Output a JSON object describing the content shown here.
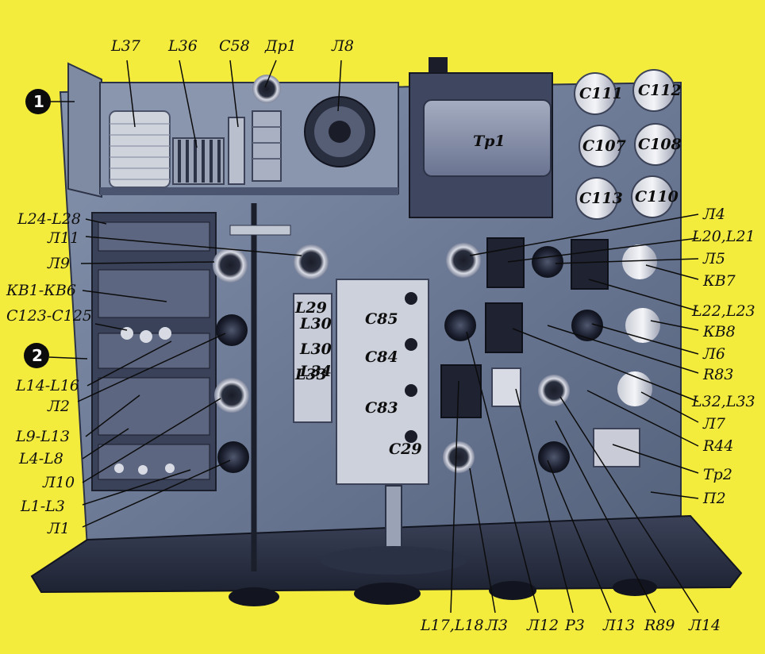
{
  "figure": {
    "background_color": "#f4ec3c",
    "chassis_color": "#6f7e9a",
    "markers": [
      {
        "id": "m1",
        "text": "1"
      },
      {
        "id": "m2",
        "text": "2"
      }
    ],
    "component_labels": {
      "tr1": "Тр1",
      "c111": "C111",
      "c112": "C112",
      "c107": "C107",
      "c108": "C108",
      "c113": "C113",
      "c110": "C110",
      "c85": "C85",
      "c84": "C84",
      "c83": "C83",
      "c29": "C29",
      "l29": "L29",
      "l30a": "L30",
      "l30b": "L30",
      "l34": "L34",
      "l33": "L33"
    },
    "callouts": {
      "top": [
        {
          "id": "L37",
          "text": "L37"
        },
        {
          "id": "L36",
          "text": "L36"
        },
        {
          "id": "C58",
          "text": "C58"
        },
        {
          "id": "Dr1",
          "text": "Др1"
        },
        {
          "id": "P8",
          "text": "Л8"
        }
      ],
      "left": [
        {
          "id": "L24-L28",
          "text": "L24-L28"
        },
        {
          "id": "P11",
          "text": "Л11"
        },
        {
          "id": "P9",
          "text": "Л9"
        },
        {
          "id": "KV1-KV6",
          "text": "КВ1-КВ6"
        },
        {
          "id": "C123-C125",
          "text": "C123-C125"
        },
        {
          "id": "L14-L16",
          "text": "L14-L16"
        },
        {
          "id": "P2",
          "text": "Л2"
        },
        {
          "id": "L9-L13",
          "text": "L9-L13"
        },
        {
          "id": "L4-L8",
          "text": "L4-L8"
        },
        {
          "id": "P10",
          "text": "Л10"
        },
        {
          "id": "L1-L3",
          "text": "L1-L3"
        },
        {
          "id": "P1",
          "text": "Л1"
        }
      ],
      "right": [
        {
          "id": "P4",
          "text": "Л4"
        },
        {
          "id": "L20L21",
          "text": "L20,L21"
        },
        {
          "id": "P5",
          "text": "Л5"
        },
        {
          "id": "KV7",
          "text": "КВ7"
        },
        {
          "id": "L22L23",
          "text": "L22,L23"
        },
        {
          "id": "KV8",
          "text": "КВ8"
        },
        {
          "id": "P6",
          "text": "Л6"
        },
        {
          "id": "R83",
          "text": "R83"
        },
        {
          "id": "L32L33",
          "text": "L32,L33"
        },
        {
          "id": "P7",
          "text": "Л7"
        },
        {
          "id": "R44",
          "text": "R44"
        },
        {
          "id": "Tr2",
          "text": "Тр2"
        },
        {
          "id": "P2r",
          "text": "П2"
        }
      ],
      "bottom": [
        {
          "id": "L17L18",
          "text": "L17,L18"
        },
        {
          "id": "P3",
          "text": "Л3"
        },
        {
          "id": "P12",
          "text": "Л12"
        },
        {
          "id": "P3r",
          "text": "Р3"
        },
        {
          "id": "P13",
          "text": "Л13"
        },
        {
          "id": "R89",
          "text": "R89"
        },
        {
          "id": "P14",
          "text": "Л14"
        }
      ]
    }
  }
}
